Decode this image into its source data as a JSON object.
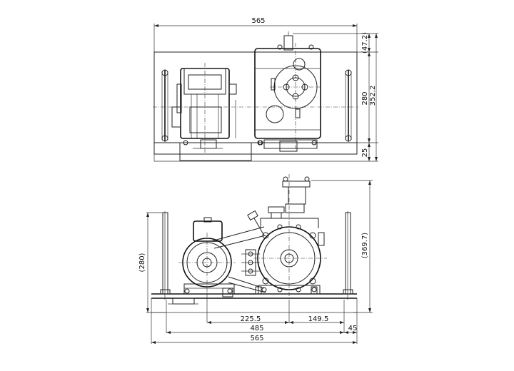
{
  "dimensions": {
    "top_overall_width": "565",
    "top_flange_height": "(47.2)",
    "top_overall_height": "352.2",
    "top_body_height": "280",
    "top_base_height": "25",
    "front_left_height": "(280)",
    "front_right_height": "(369.7)",
    "front_225": "225.5",
    "front_149": "149.5",
    "front_485": "485",
    "front_45": "45",
    "front_overall_width": "565"
  }
}
